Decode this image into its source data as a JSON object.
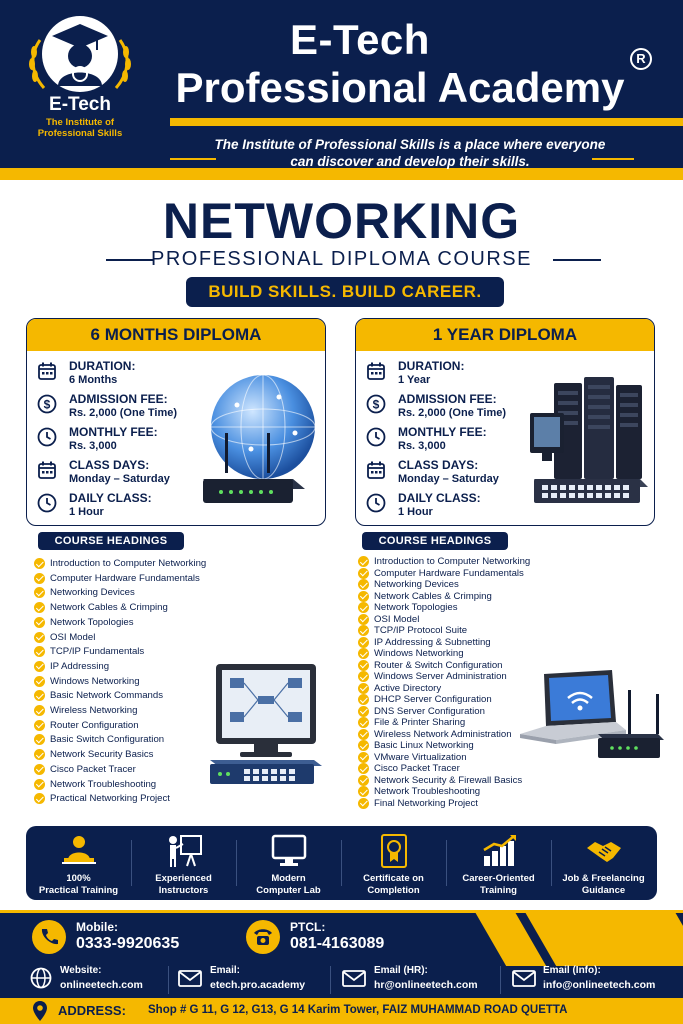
{
  "header": {
    "logo_brand": "E-Tech",
    "logo_tagline": "The Institute of\nProfessional Skills",
    "title_line1": "E-Tech",
    "title_line2": "Professional Academy",
    "registered_mark": "R",
    "tagline": "The Institute of Professional Skills is a place where everyone can discover and develop their skills."
  },
  "headline": {
    "title": "NETWORKING",
    "subtitle": "PROFESSIONAL DIPLOMA COURSE",
    "slogan": "BUILD SKILLS. BUILD CAREER."
  },
  "diplomas": [
    {
      "title": "6 MONTHS DIPLOMA",
      "items": [
        {
          "label": "DURATION:",
          "value": "6 Months",
          "icon": "calendar-icon"
        },
        {
          "label": "ADMISSION FEE:",
          "value": "Rs. 2,000 (One Time)",
          "icon": "dollar-icon"
        },
        {
          "label": "MONTHLY FEE:",
          "value": "Rs. 3,000",
          "icon": "clock-icon"
        },
        {
          "label": "CLASS DAYS:",
          "value": "Monday – Saturday",
          "icon": "calendar-icon"
        },
        {
          "label": "DAILY CLASS:",
          "value": "1 Hour",
          "icon": "clock-icon"
        }
      ],
      "image": "globe-router-illustration"
    },
    {
      "title": "1 YEAR DIPLOMA",
      "items": [
        {
          "label": "DURATION:",
          "value": "1 Year",
          "icon": "calendar-icon"
        },
        {
          "label": "ADMISSION FEE:",
          "value": "Rs. 2,000 (One Time)",
          "icon": "dollar-icon"
        },
        {
          "label": "MONTHLY FEE:",
          "value": "Rs. 3,000",
          "icon": "clock-icon"
        },
        {
          "label": "CLASS DAYS:",
          "value": "Monday – Saturday",
          "icon": "calendar-icon"
        },
        {
          "label": "DAILY CLASS:",
          "value": "1 Hour",
          "icon": "clock-icon"
        }
      ],
      "image": "servers-switch-illustration"
    }
  ],
  "courses": [
    {
      "heading": "COURSE HEADINGS",
      "items": [
        "Introduction to Computer Networking",
        "Computer Hardware Fundamentals",
        "Networking Devices",
        "Network Cables & Crimping",
        "Network Topologies",
        "OSI Model",
        "TCP/IP Fundamentals",
        "IP Addressing",
        "Windows Networking",
        "Basic Network Commands",
        "Wireless Networking",
        "Router Configuration",
        "Basic Switch Configuration",
        "Network Security Basics",
        "Cisco Packet Tracer",
        "Network Troubleshooting",
        "Practical Networking Project"
      ]
    },
    {
      "heading": "COURSE HEADINGS",
      "items": [
        "Introduction to Computer Networking",
        "Computer Hardware Fundamentals",
        "Networking Devices",
        "Network Cables & Crimping",
        "Network Topologies",
        "OSI Model",
        "TCP/IP Protocol Suite",
        "IP Addressing & Subnetting",
        "Windows Networking",
        "Router & Switch Configuration",
        "Windows Server Administration",
        "Active Directory",
        "DHCP Server Configuration",
        "DNS Server Configuration",
        "File & Printer Sharing",
        "Wireless Network Administration",
        "Basic Linux Networking",
        "VMware Virtualization",
        "Cisco Packet Tracer",
        "Network Security & Firewall Basics",
        "Network Troubleshooting",
        "Final Networking Project"
      ]
    }
  ],
  "features": [
    {
      "label": "100%\nPractical Training",
      "icon": "student-laptop-icon"
    },
    {
      "label": "Experienced\nInstructors",
      "icon": "instructor-board-icon"
    },
    {
      "label": "Modern\nComputer Lab",
      "icon": "monitor-icon"
    },
    {
      "label": "Certificate on\nCompletion",
      "icon": "certificate-icon"
    },
    {
      "label": "Career-Oriented\nTraining",
      "icon": "growth-chart-icon"
    },
    {
      "label": "Job & Freelancing\nGuidance",
      "icon": "handshake-icon"
    }
  ],
  "contact": {
    "mobile_label": "Mobile:",
    "mobile": "0333-9920635",
    "ptcl_label": "PTCL:",
    "ptcl": "081-4163089",
    "website_label": "Website:",
    "website": "onlineetech.com",
    "email_label": "Email:",
    "email": "etech.pro.academy",
    "email_hr_label": "Email (HR):",
    "email_hr": "hr@onlineetech.com",
    "email_info_label": "Email (Info):",
    "email_info": "info@onlineetech.com",
    "address_label": "ADDRESS:",
    "address": "Shop # G 11, G 12, G13, G 14 Karim Tower, FAIZ MUHAMMAD ROAD QUETTA"
  },
  "colors": {
    "navy": "#0b1f4d",
    "gold": "#f5b800",
    "white": "#ffffff"
  }
}
